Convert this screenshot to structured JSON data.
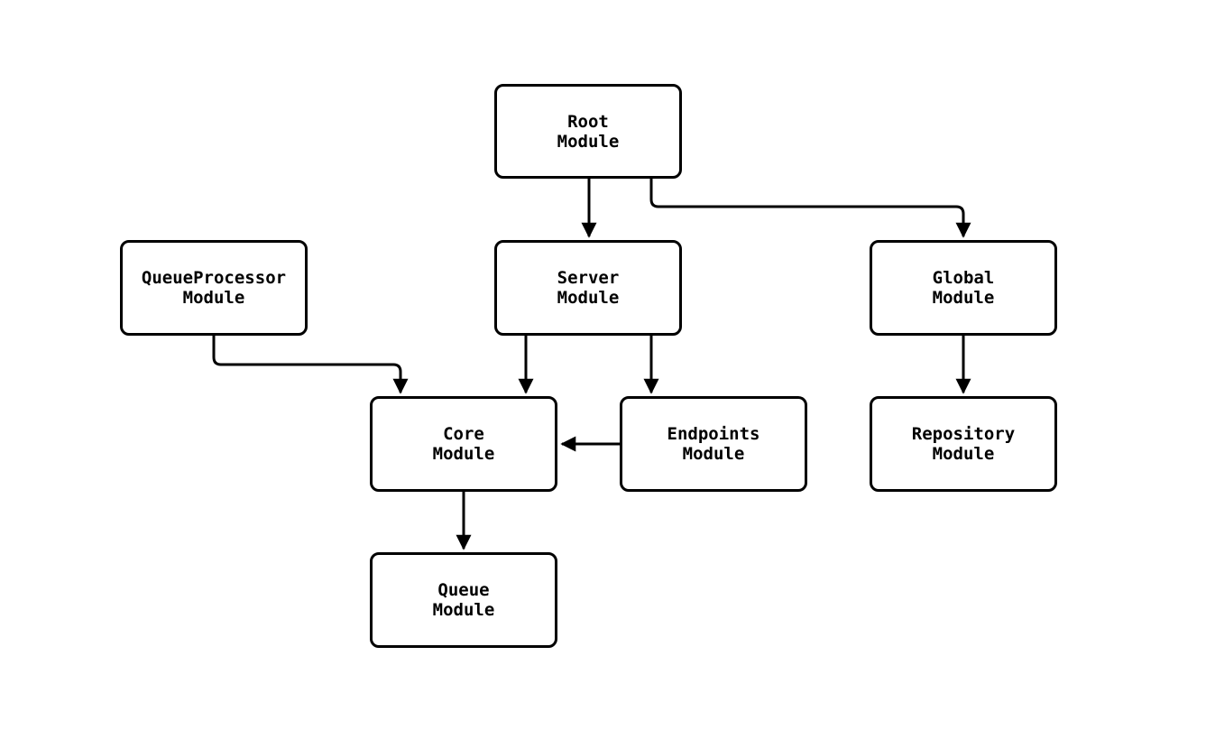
{
  "diagram": {
    "background_color": "#ffffff",
    "node_fill_color": "#ffffff",
    "node_border_color": "#000000",
    "edge_color": "#000000",
    "nodes": [
      {
        "id": "root",
        "label": "Root\nModule"
      },
      {
        "id": "queueprocessor",
        "label": "QueueProcessor\nModule"
      },
      {
        "id": "server",
        "label": "Server\nModule"
      },
      {
        "id": "global",
        "label": "Global\nModule"
      },
      {
        "id": "core",
        "label": "Core\nModule"
      },
      {
        "id": "endpoints",
        "label": "Endpoints\nModule"
      },
      {
        "id": "repository",
        "label": "Repository\nModule"
      },
      {
        "id": "queue",
        "label": "Queue\nModule"
      }
    ],
    "edges": [
      {
        "from": "root",
        "to": "server"
      },
      {
        "from": "root",
        "to": "global"
      },
      {
        "from": "queueprocessor",
        "to": "core"
      },
      {
        "from": "server",
        "to": "core"
      },
      {
        "from": "server",
        "to": "endpoints"
      },
      {
        "from": "endpoints",
        "to": "core"
      },
      {
        "from": "global",
        "to": "repository"
      },
      {
        "from": "core",
        "to": "queue"
      }
    ]
  }
}
